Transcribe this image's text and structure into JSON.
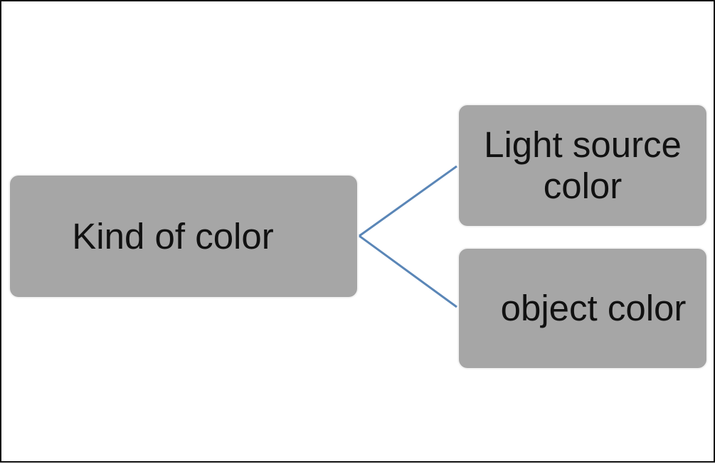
{
  "diagram": {
    "root": {
      "label": "Kind of color"
    },
    "children": [
      {
        "label": "Light source color"
      },
      {
        "label": "object color"
      }
    ],
    "colors": {
      "box_fill": "#a6a6a6",
      "connector": "#5a86b7",
      "frame": "#111111",
      "text": "#111111"
    }
  }
}
